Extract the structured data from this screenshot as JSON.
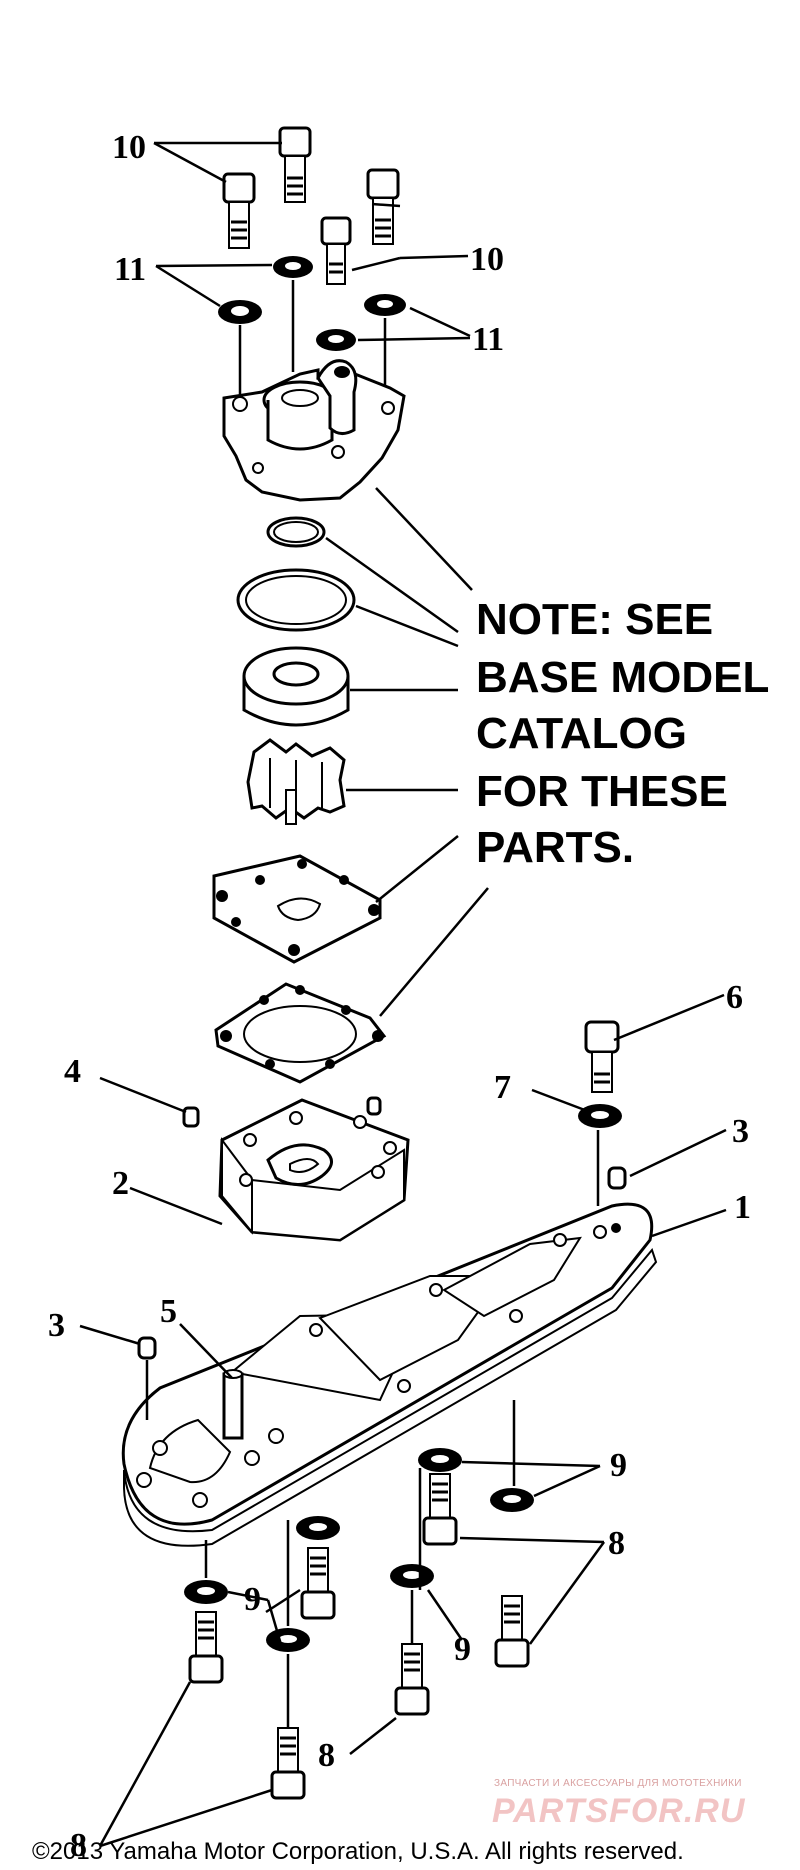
{
  "callouts": {
    "c1": "1",
    "c2": "2",
    "c3a": "3",
    "c3b": "3",
    "c4": "4",
    "c5": "5",
    "c6": "6",
    "c7": "7",
    "c8a": "8",
    "c8b": "8",
    "c8c": "8",
    "c9a": "9",
    "c9b": "9",
    "c9c": "9",
    "c10a": "10",
    "c10b": "10",
    "c11a": "11",
    "c11b": "11"
  },
  "note": {
    "line1": "NOTE: SEE",
    "line2": "BASE MODEL",
    "line3": "CATALOG",
    "line4": "FOR THESE",
    "line5": "PARTS."
  },
  "watermark": {
    "tagline": "ЗАПЧАСТИ И АКСЕССУАРЫ ДЛЯ МОТОТЕХНИКИ",
    "brand": "PARTSFOR.RU"
  },
  "copyright": "©2013 Yamaha Motor Corporation, U.S.A. All rights reserved."
}
